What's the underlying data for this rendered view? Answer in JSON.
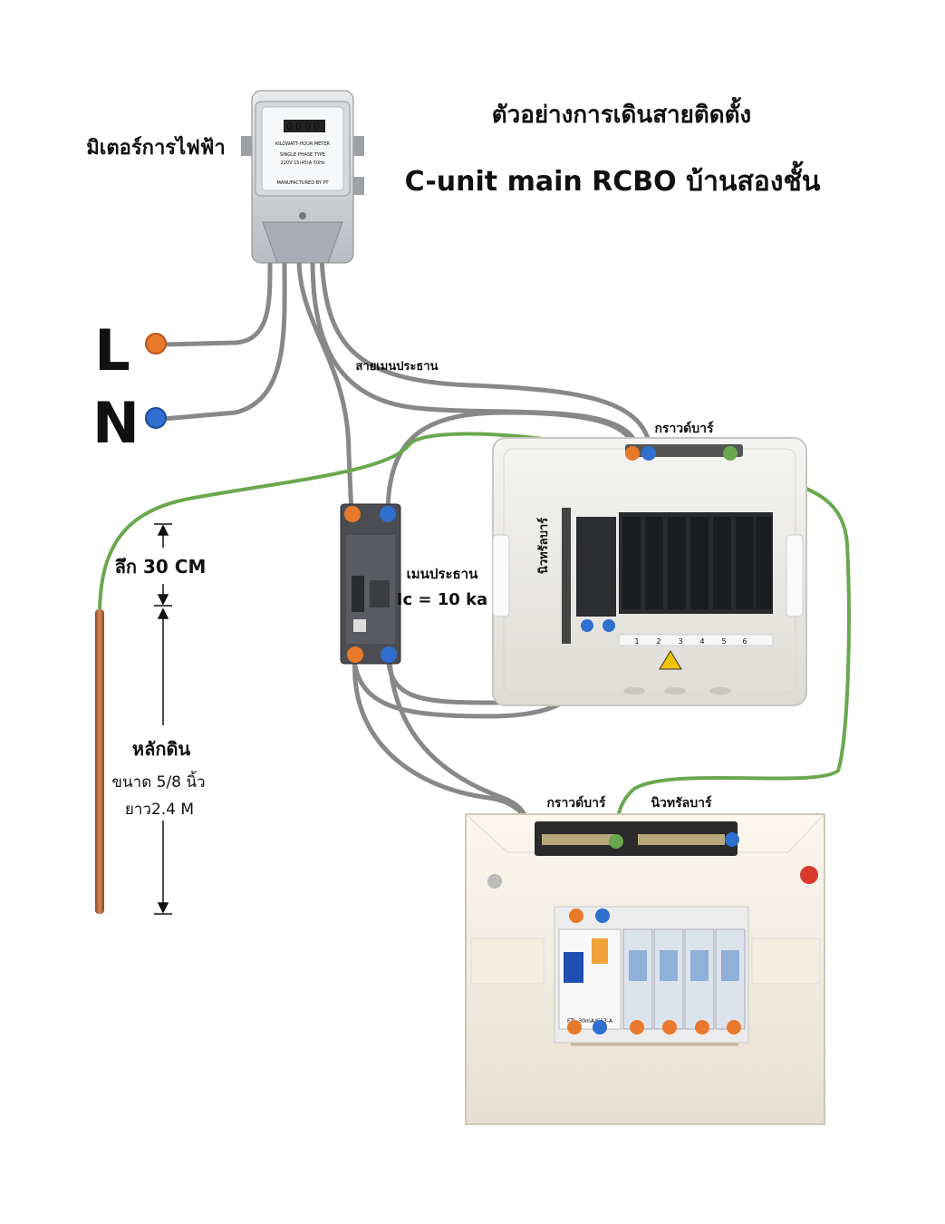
{
  "title": {
    "line1": "ตัวอย่างการเดินสายติดตั้ง",
    "line2": "C-unit main RCBO  บ้านสองชั้น"
  },
  "labels": {
    "meter": "มิเตอร์การไฟฟ้า",
    "line_L": "L",
    "line_N": "N",
    "main_cable": "สายเมนประธาน",
    "ground_bar_1": "กราวด์บาร์",
    "neutral_bar_1": "นิวทรัลบาร์",
    "main_breaker": "เมนประธาน",
    "main_breaker_ic": "Ic = 10 ka",
    "depth": "ลึก 30 CM",
    "ground_rod": "หลักดิน",
    "rod_size": "ขนาด 5/8 นิ้ว",
    "rod_length": "ยาว2.4 M",
    "ground_bar_2": "กราวด์บาร์",
    "neutral_bar_2": "นิวทรัลบาร์"
  },
  "meter_readout": {
    "digits": "0000",
    "model": "KILOWATT-HOUR METER",
    "spec1": "SINGLE PHASE  TYPE",
    "spec2": "220V  15(45)A  50Hz",
    "footer": "MANUFACTURED BY PT"
  },
  "panel1": {
    "slot_numbers": [
      "1",
      "2",
      "3",
      "4",
      "5",
      "6"
    ]
  },
  "panel2": {
    "rcbo_label": "FTL-30mA/C63-A",
    "branch_count": 4
  },
  "colors": {
    "live": "#e8792b",
    "neutral": "#2f6fd0",
    "ground_wire": "#6aa84f",
    "cable": "#8a8a8a",
    "copper_rod": "#b5673a"
  }
}
